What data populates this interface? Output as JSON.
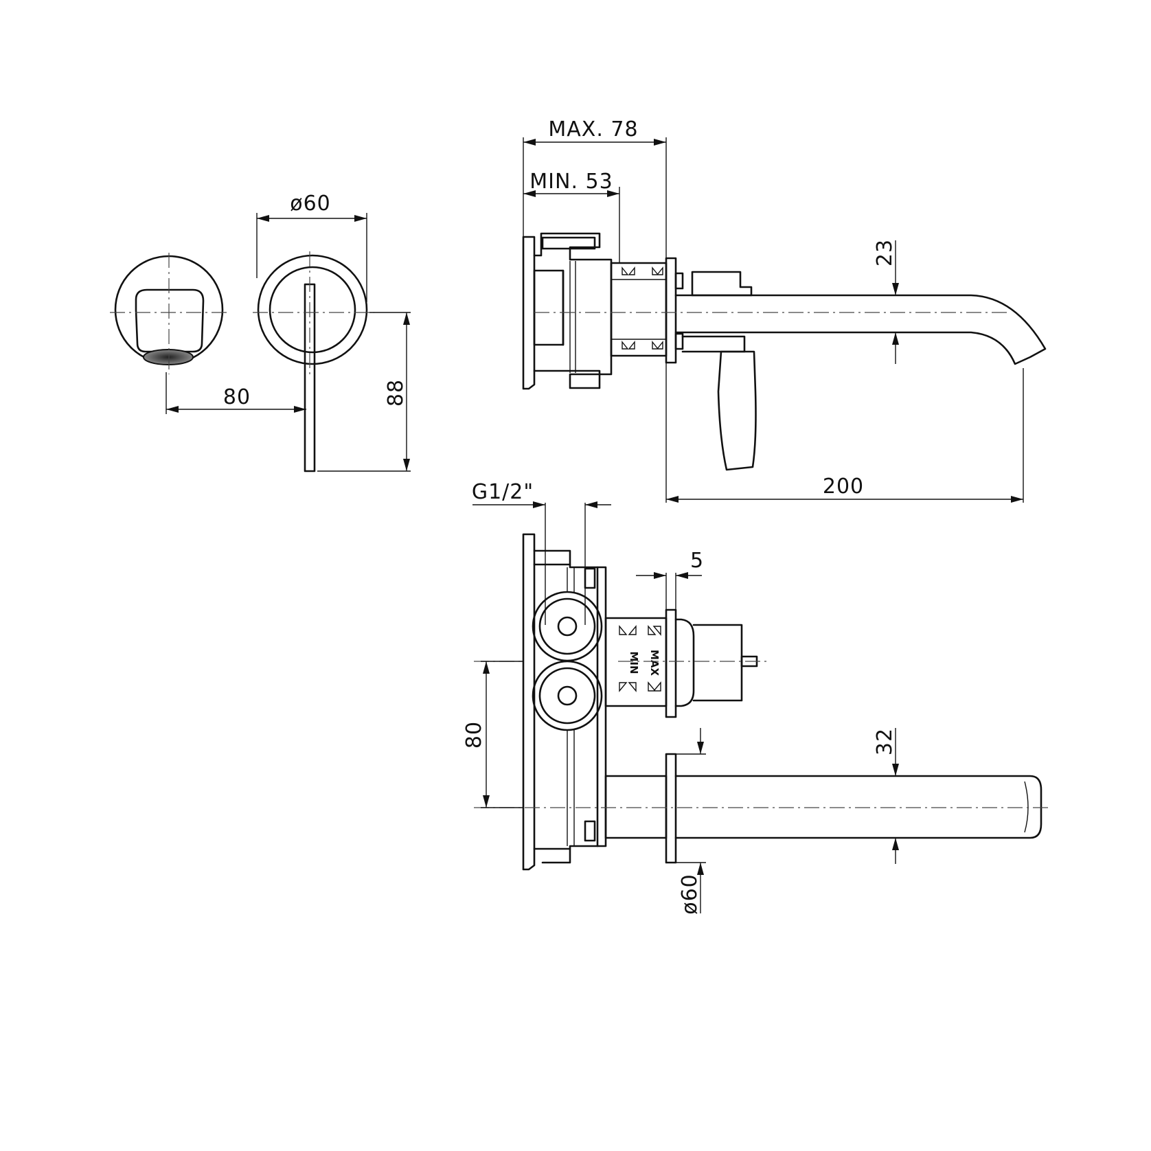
{
  "dimensions": {
    "plate_diameter": "ø60",
    "spout_distance": "80",
    "lever_height": "88",
    "max_depth": "MAX. 78",
    "min_depth": "MIN. 53",
    "outlet_drop": "23",
    "spout_projection": "200",
    "inlet_thread": "G1/2\"",
    "plate_thickness": "5",
    "inlet_spacing": "80",
    "spout_thickness": "32",
    "spout_plate_diameter": "ø60"
  },
  "markings": {
    "min": "MIN",
    "max": "MAX"
  },
  "colors": {
    "line": "#111111",
    "background": "#ffffff"
  }
}
